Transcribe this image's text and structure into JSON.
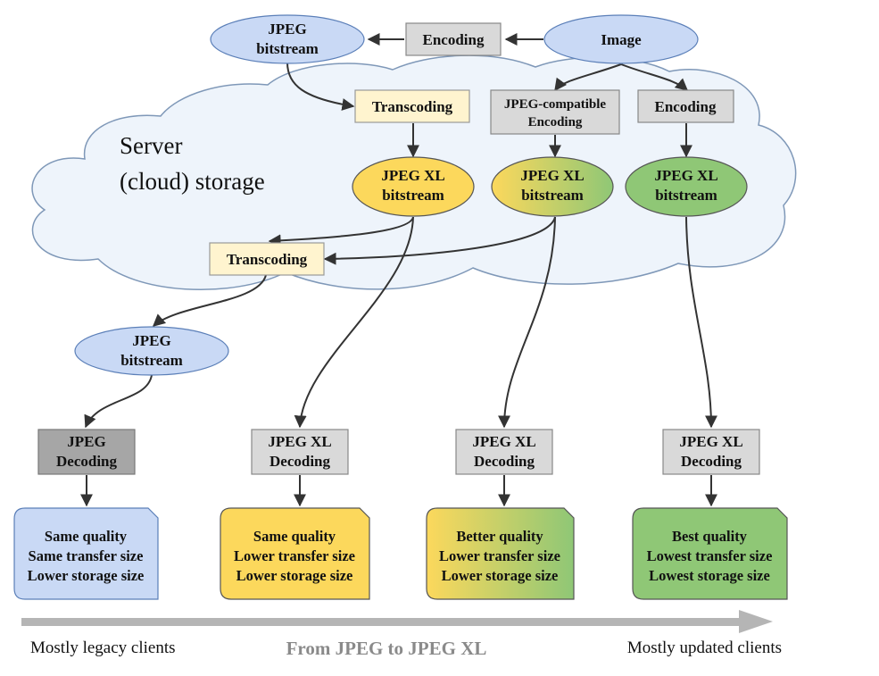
{
  "cloud": {
    "label_line1": "Server",
    "label_line2": "(cloud) storage"
  },
  "top": {
    "jpeg_bitstream": {
      "line1": "JPEG",
      "line2": "bitstream"
    },
    "encoding_left": "Encoding",
    "image": "Image"
  },
  "row2": {
    "transcoding": "Transcoding",
    "jpeg_compatible": {
      "line1": "JPEG-compatible",
      "line2": "Encoding"
    },
    "encoding_right": "Encoding"
  },
  "row3": {
    "jxl1": {
      "line1": "JPEG XL",
      "line2": "bitstream"
    },
    "jxl2": {
      "line1": "JPEG XL",
      "line2": "bitstream"
    },
    "jxl3": {
      "line1": "JPEG XL",
      "line2": "bitstream"
    }
  },
  "transcoding_lower": "Transcoding",
  "jpeg_bitstream_lower": {
    "line1": "JPEG",
    "line2": "bitstream"
  },
  "decoders": [
    {
      "line1": "JPEG",
      "line2": "Decoding"
    },
    {
      "line1": "JPEG XL",
      "line2": "Decoding"
    },
    {
      "line1": "JPEG XL",
      "line2": "Decoding"
    },
    {
      "line1": "JPEG XL",
      "line2": "Decoding"
    }
  ],
  "results": [
    {
      "line1": "Same quality",
      "line2": "Same transfer size",
      "line3": "Lower storage size"
    },
    {
      "line1": "Same quality",
      "line2": "Lower transfer size",
      "line3": "Lower storage size"
    },
    {
      "line1": "Better quality",
      "line2": "Lower transfer size",
      "line3": "Lower storage size"
    },
    {
      "line1": "Best quality",
      "line2": "Lowest transfer size",
      "line3": "Lowest storage size"
    }
  ],
  "footer": {
    "left": "Mostly legacy clients",
    "center": "From JPEG to JPEG XL",
    "right": "Mostly updated clients"
  },
  "colors": {
    "blue_ellipse": "#c9d9f5",
    "yellow": "#fcd85c",
    "green": "#8fc776",
    "gray_box": "#d9d9d9",
    "dark_gray_box": "#a6a6a6",
    "light_yellow": "#fff4cf",
    "cloud": "#eef4fb"
  }
}
